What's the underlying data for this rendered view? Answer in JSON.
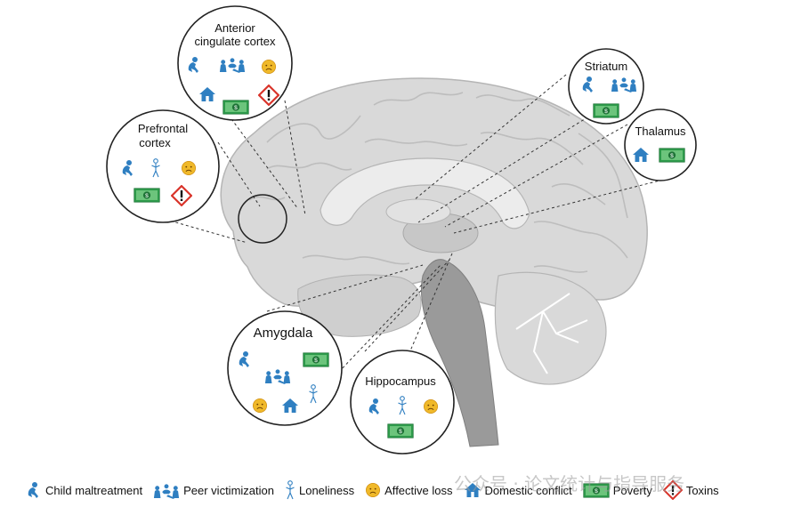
{
  "regions": {
    "acc": {
      "title_line1": "Anterior",
      "title_line2": "cingulate cortex"
    },
    "pfc": {
      "title_line1": "Prefrontal",
      "title_line2": "cortex"
    },
    "striatum": {
      "title": "Striatum"
    },
    "thalamus": {
      "title": "Thalamus"
    },
    "amygdala": {
      "title": "Amygdala"
    },
    "hippocampus": {
      "title": "Hippocampus"
    }
  },
  "legend": {
    "items": [
      {
        "label": "Child maltreatment",
        "icon": "child-maltreatment-icon"
      },
      {
        "label": "Peer victimization",
        "icon": "peer-victimization-icon"
      },
      {
        "label": "Loneliness",
        "icon": "loneliness-icon"
      },
      {
        "label": "Affective loss",
        "icon": "affective-loss-icon"
      },
      {
        "label": "Domestic conflict",
        "icon": "domestic-conflict-icon"
      },
      {
        "label": "Poverty",
        "icon": "poverty-icon"
      },
      {
        "label": "Toxins",
        "icon": "toxins-icon"
      }
    ]
  },
  "watermark": "公众号 · 论文统计与指导服务",
  "colors": {
    "icon_blue": "#2f7fc1",
    "money_green": "#2e9b4b",
    "emoji_yellow": "#f0b92a",
    "toxin_red": "#d9342b",
    "brain_gray": "#d6d6d6"
  }
}
